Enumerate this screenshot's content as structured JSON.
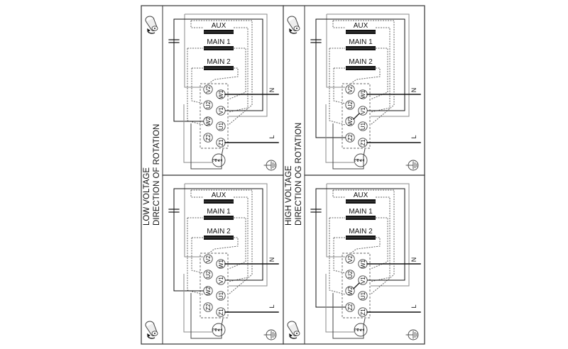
{
  "diagram": {
    "title": "Single-phase motor wiring diagrams",
    "sections": [
      {
        "id": "low-voltage",
        "line1": "LOW VOLTAGE",
        "line2": "DIRECTION OF ROTATION"
      },
      {
        "id": "high-voltage",
        "line1": "HIGH VOLTAGE",
        "line2": "DIRECTION OG ROTATION"
      }
    ],
    "panels": [
      {
        "section": 0,
        "row": 0,
        "name": "low-voltage-top",
        "rotation": "counter-clockwise",
        "link": "none",
        "capacitor_to": "W2"
      },
      {
        "section": 0,
        "row": 1,
        "name": "low-voltage-bottom",
        "rotation": "clockwise",
        "link": "none",
        "capacitor_to": "W2"
      },
      {
        "section": 1,
        "row": 0,
        "name": "high-voltage-top",
        "rotation": "counter-clockwise",
        "link": "W2-V1",
        "capacitor_to": "Z2"
      },
      {
        "section": 1,
        "row": 1,
        "name": "high-voltage-bottom",
        "rotation": "clockwise",
        "link": "W2-V1",
        "capacitor_to": "Z2"
      }
    ],
    "coils": [
      "AUX",
      "MAIN 1",
      "MAIN 2"
    ],
    "terminals_left": [
      "V2",
      "U2",
      "W2",
      "Z2"
    ],
    "terminals_right": [
      "W1",
      "V1",
      "U1",
      "Z1"
    ],
    "supply": {
      "neutral": "N",
      "line": "L"
    },
    "thermal_protector_pins": [
      "3",
      "2",
      "1"
    ],
    "icons": {
      "rotation": "motor-shaft-rotation-icon",
      "ground": "ground-icon",
      "capacitor": "capacitor-icon"
    },
    "colors": {
      "line": "#111111",
      "frame": "#333333",
      "grey_wire": "#8a8a8a",
      "dashed_wire": "#666666",
      "coil": "#111111"
    }
  }
}
